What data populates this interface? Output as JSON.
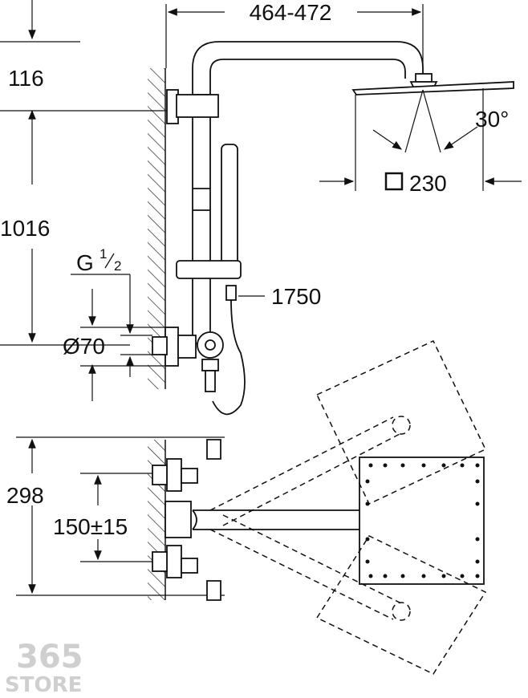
{
  "dimensions": {
    "arm_reach": "464-472",
    "top_offset": "116",
    "rail_height": "1016",
    "thread_main": "G",
    "thread_num": "1",
    "thread_den": "2",
    "flange_diameter": "Ø70",
    "hose_length": "1750",
    "head_angle": "30°",
    "head_size": "230",
    "body_height": "298",
    "connection_spacing": "150±15"
  },
  "watermark": {
    "line1": "365",
    "line2": "STORE"
  }
}
